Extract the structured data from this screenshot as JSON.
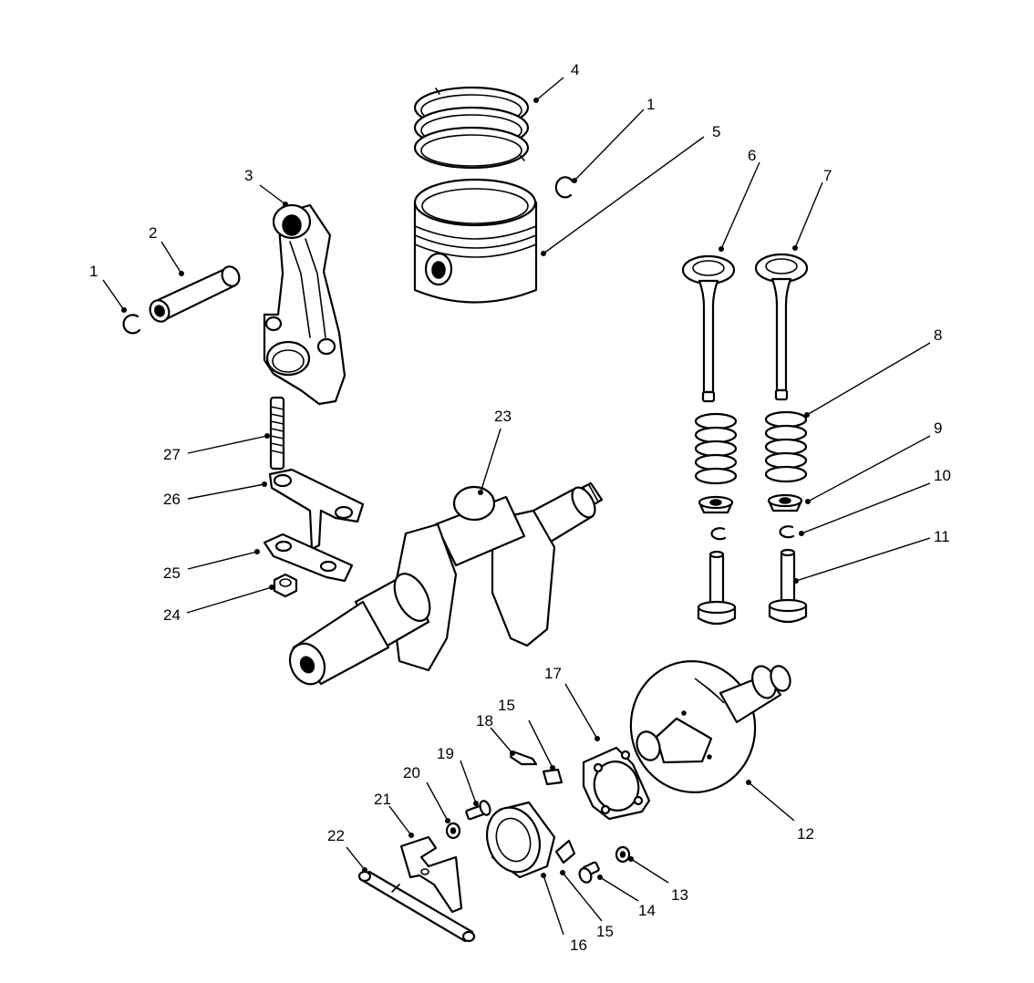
{
  "colors": {
    "ink": "#000000",
    "paper": "#ffffff"
  },
  "callouts": [
    {
      "id": "c1a",
      "text": "1"
    },
    {
      "id": "c1b",
      "text": "1"
    },
    {
      "id": "c2",
      "text": "2"
    },
    {
      "id": "c3",
      "text": "3"
    },
    {
      "id": "c4",
      "text": "4"
    },
    {
      "id": "c5",
      "text": "5"
    },
    {
      "id": "c6",
      "text": "6"
    },
    {
      "id": "c7",
      "text": "7"
    },
    {
      "id": "c8",
      "text": "8"
    },
    {
      "id": "c9",
      "text": "9"
    },
    {
      "id": "c10",
      "text": "10"
    },
    {
      "id": "c11",
      "text": "11"
    },
    {
      "id": "c12",
      "text": "12"
    },
    {
      "id": "c13",
      "text": "13"
    },
    {
      "id": "c14",
      "text": "14"
    },
    {
      "id": "c15a",
      "text": "15"
    },
    {
      "id": "c15b",
      "text": "15"
    },
    {
      "id": "c16",
      "text": "16"
    },
    {
      "id": "c17",
      "text": "17"
    },
    {
      "id": "c18",
      "text": "18"
    },
    {
      "id": "c19",
      "text": "19"
    },
    {
      "id": "c20",
      "text": "20"
    },
    {
      "id": "c21",
      "text": "21"
    },
    {
      "id": "c22",
      "text": "22"
    },
    {
      "id": "c23",
      "text": "23"
    },
    {
      "id": "c24",
      "text": "24"
    },
    {
      "id": "c25",
      "text": "25"
    },
    {
      "id": "c26",
      "text": "26"
    },
    {
      "id": "c27",
      "text": "27"
    }
  ]
}
